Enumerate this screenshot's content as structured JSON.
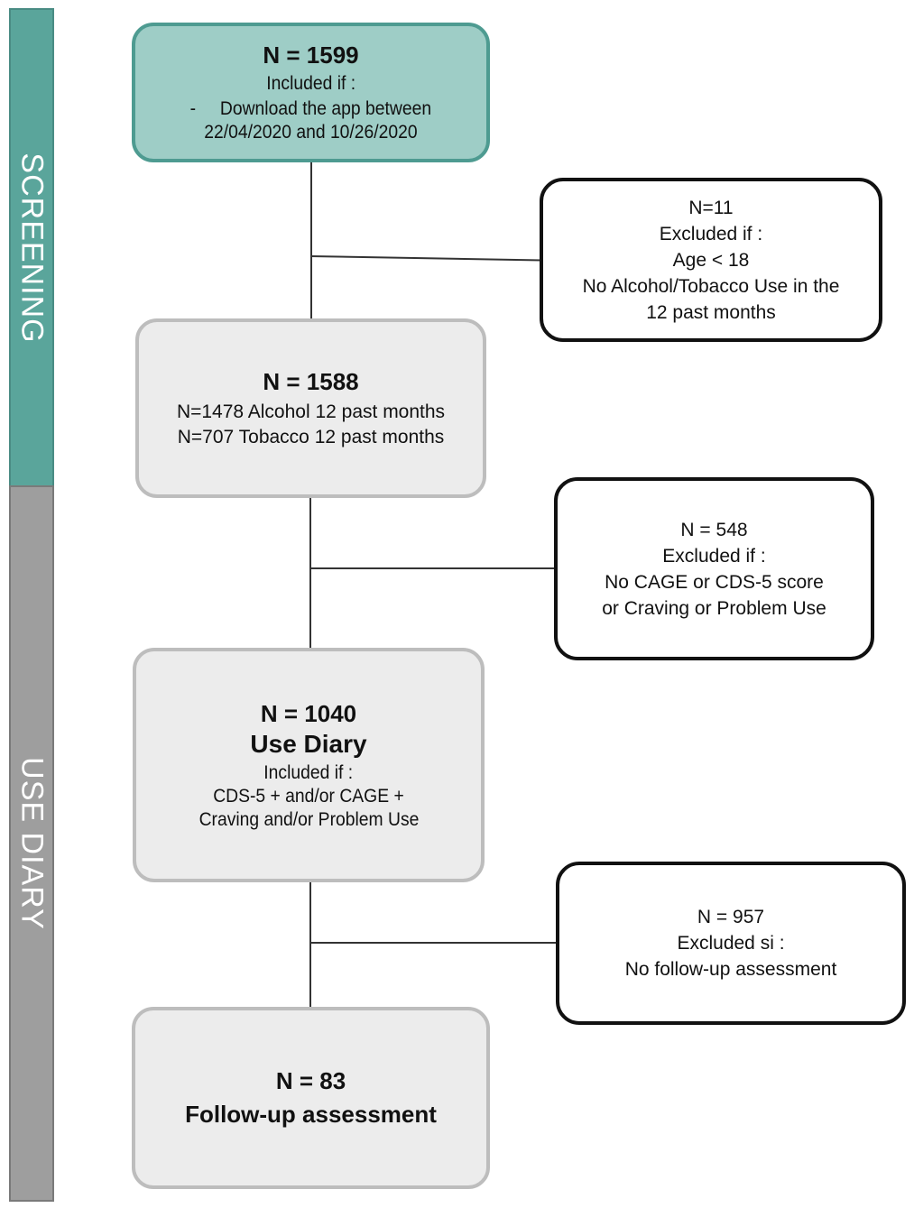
{
  "phases": {
    "screening": "SCREENING",
    "use_diary": "USE DIARY"
  },
  "boxes": {
    "download": {
      "count": "N = 1599",
      "condition_label": "Included if :",
      "criterion_line1": "-     Download the app between",
      "criterion_line2": "22/04/2020 and 10/26/2020"
    },
    "exclusion_age": {
      "count": "N=11",
      "condition_label": "Excluded if :",
      "line1": "Age < 18",
      "line2": "No Alcohol/Tobacco Use in the",
      "line3": "12 past months"
    },
    "screened": {
      "count": "N = 1588",
      "line1": "N=1478 Alcohol 12 past months",
      "line2": "N=707 Tobacco 12 past months"
    },
    "exclusion_score": {
      "count": "N = 548",
      "condition_label": "Excluded if :",
      "line1": "No CAGE or CDS-5 score",
      "line2": "or Craving or Problem Use"
    },
    "diary": {
      "count": "N = 1040",
      "title": "Use Diary",
      "condition_label": "Included if :",
      "line1": "CDS-5 + and/or CAGE +",
      "line2": "Craving and/or Problem Use"
    },
    "exclusion_followup": {
      "count": "N = 957",
      "condition_label": "Excluded si :",
      "line1": "No follow-up assessment"
    },
    "followup": {
      "count": "N = 83",
      "title": "Follow-up assessment"
    }
  },
  "colors": {
    "screening_band": "#5aa59b",
    "use_diary_band": "#9e9e9e",
    "first_box_fill": "#9ecdc6",
    "main_box_fill": "#ececec"
  }
}
